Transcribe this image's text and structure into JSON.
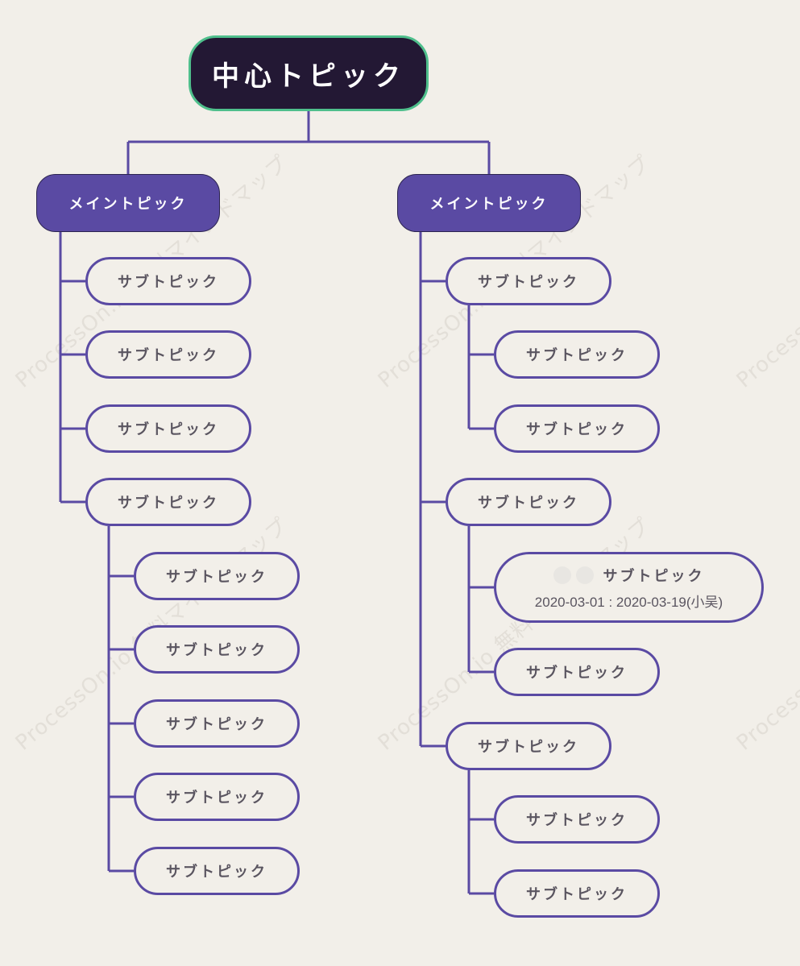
{
  "central": "中心トピック",
  "branches": [
    {
      "label": "メイントピック",
      "subtopics": [
        {
          "label": "サブトピック"
        },
        {
          "label": "サブトピック"
        },
        {
          "label": "サブトピック"
        },
        {
          "label": "サブトピック",
          "children": [
            {
              "label": "サブトピック"
            },
            {
              "label": "サブトピック"
            },
            {
              "label": "サブトピック"
            },
            {
              "label": "サブトピック"
            },
            {
              "label": "サブトピック"
            }
          ]
        }
      ]
    },
    {
      "label": "メイントピック",
      "subtopics": [
        {
          "label": "サブトピック",
          "children": [
            {
              "label": "サブトピック"
            },
            {
              "label": "サブトピック"
            }
          ]
        },
        {
          "label": "サブトピック",
          "children": [
            {
              "label": "サブトピック",
              "note": "2020-03-01 : 2020-03-19(小吴)"
            },
            {
              "label": "サブトピック"
            }
          ]
        },
        {
          "label": "サブトピック",
          "children": [
            {
              "label": "サブトピック"
            },
            {
              "label": "サブトピック"
            }
          ]
        }
      ]
    }
  ],
  "watermark": "ProcessOn.io 無料マインドマップ",
  "colors": {
    "background": "#f2efe9",
    "central_fill": "#231834",
    "central_border": "#4fbf8c",
    "main_fill": "#5a4aa3",
    "connector": "#5a4aa3",
    "sub_text": "#5a5560"
  }
}
